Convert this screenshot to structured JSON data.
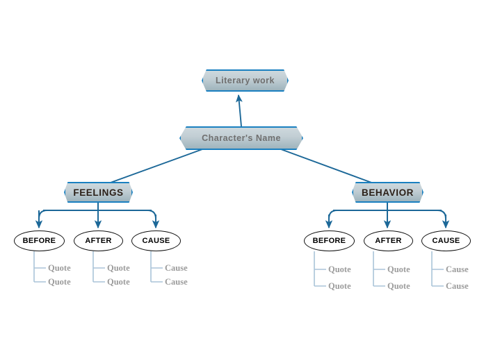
{
  "diagram": {
    "title_node": {
      "label": "Literary work"
    },
    "root_node": {
      "label": "Character's Name"
    },
    "branches": [
      {
        "label": "FEELINGS",
        "children": [
          {
            "label": "BEFORE",
            "items": [
              "Quote",
              "Quote"
            ]
          },
          {
            "label": "AFTER",
            "items": [
              "Quote",
              "Quote"
            ]
          },
          {
            "label": "CAUSE",
            "items": [
              "Cause",
              "Cause"
            ]
          }
        ]
      },
      {
        "label": "BEHAVIOR",
        "children": [
          {
            "label": "BEFORE",
            "items": [
              "Quote",
              "Quote"
            ]
          },
          {
            "label": "AFTER",
            "items": [
              "Quote",
              "Quote"
            ]
          },
          {
            "label": "CAUSE",
            "items": [
              "Cause",
              "Cause"
            ]
          }
        ]
      }
    ],
    "colors": {
      "connector": "#1c6898",
      "sub_connector": "#aac4d8",
      "node_border": "#1a80c0",
      "node_fill_top": "#cdd8dd",
      "node_fill_bottom": "#9fb4bd",
      "title_text": "#6f6f6f",
      "branch_text": "#2b2018",
      "leaf_text": "#000000",
      "sub_label_text": "#9c9c9c",
      "background": "#ffffff"
    }
  }
}
